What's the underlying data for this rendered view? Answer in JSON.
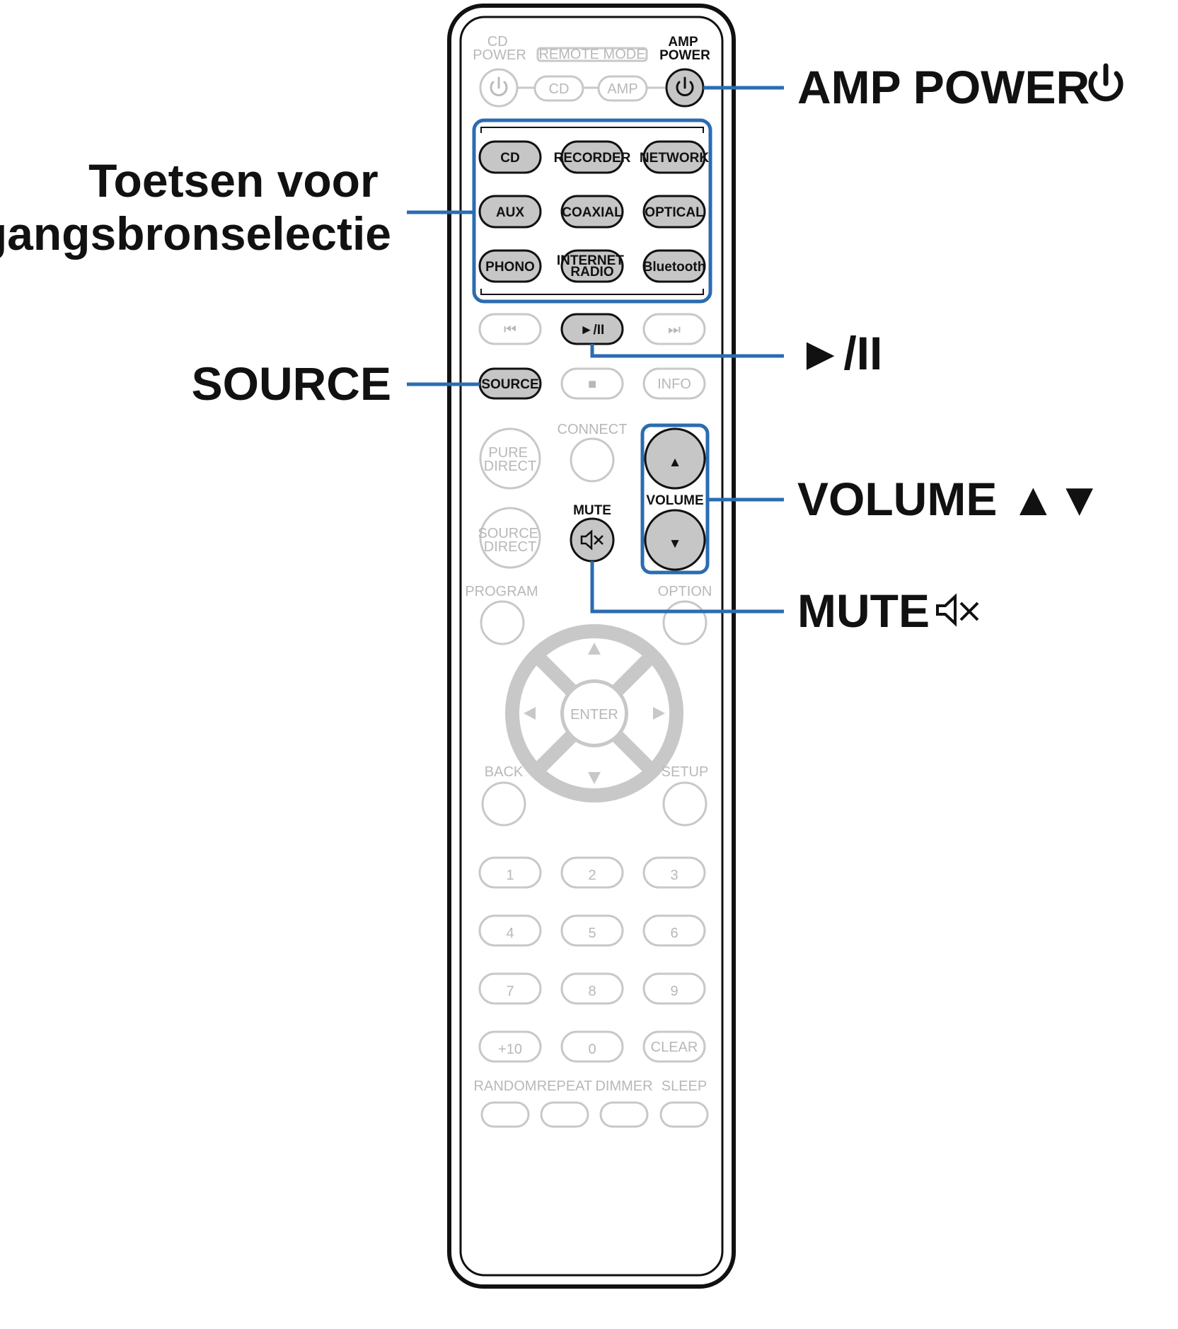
{
  "remote": {
    "cd_power": [
      "CD",
      "POWER"
    ],
    "remote_mode": "REMOTE MODE",
    "amp_power": [
      "AMP",
      "POWER"
    ],
    "cd_mode": "CD",
    "amp_mode": "AMP",
    "sources": [
      "CD",
      "RECORDER",
      "NETWORK",
      "AUX",
      "COAXIAL",
      "OPTICAL",
      "PHONO",
      "INTERNET RADIO",
      "Bluetooth"
    ],
    "internet_radio": [
      "INTERNET",
      "RADIO"
    ],
    "prev": "⏮",
    "play_pause": "►/II",
    "next": "⏭",
    "source": "SOURCE",
    "stop": "■",
    "info": "INFO",
    "connect": "CONNECT",
    "pure_direct": [
      "PURE",
      "DIRECT"
    ],
    "source_direct": [
      "SOURCE",
      "DIRECT"
    ],
    "mute": "MUTE",
    "volume": "VOLUME",
    "vol_up": "▲",
    "vol_down": "▼",
    "program": "PROGRAM",
    "option": "OPTION",
    "enter": "ENTER",
    "back": "BACK",
    "setup": "SETUP",
    "numpad": [
      "1",
      "2",
      "3",
      "4",
      "5",
      "6",
      "7",
      "8",
      "9",
      "+10",
      "0",
      "CLEAR"
    ],
    "bottom_labels": [
      "RANDOM",
      "REPEAT",
      "DIMMER",
      "SLEEP"
    ]
  },
  "callouts": {
    "amp_power": "AMP POWER",
    "input_select_line1": "Toetsen voor",
    "input_select_line2": "ingangsbronselectie",
    "source": "SOURCE",
    "play_pause": "►/II",
    "volume": "VOLUME ▲▼",
    "mute": "MUTE"
  },
  "colors": {
    "callout": "#2b6cb0",
    "highlight_button": "#c6c6c6",
    "inactive": "#c8c8c8"
  }
}
